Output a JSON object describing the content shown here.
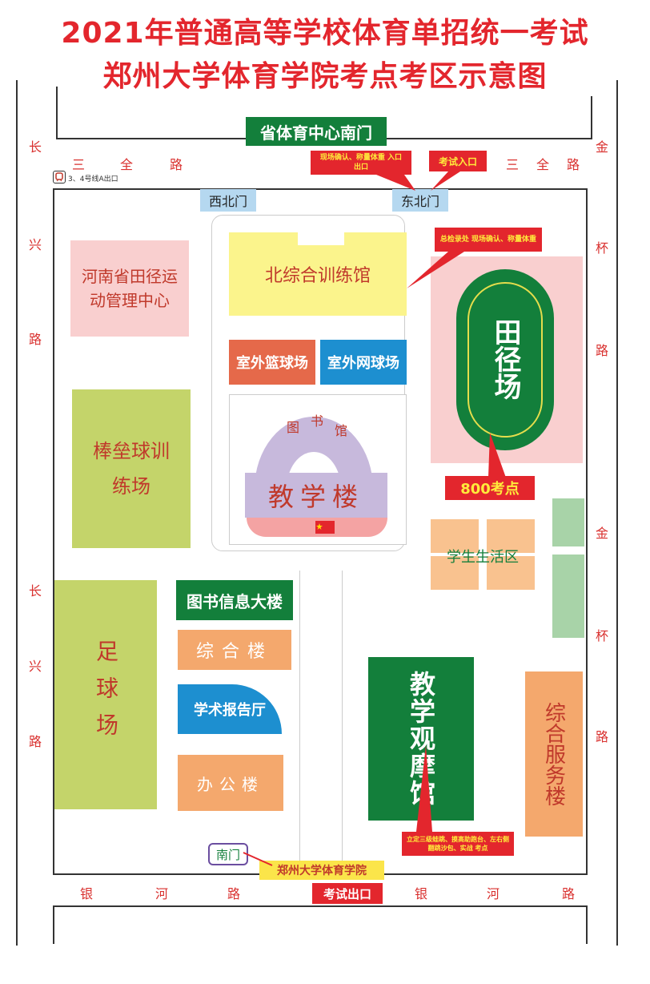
{
  "title": {
    "line1": "2021年普通高等学校体育单招统一考试",
    "line2": "郑州大学体育学院考点考区示意图"
  },
  "roads": {
    "north_left": [
      "三",
      "全",
      "路"
    ],
    "north_right": [
      "三",
      "全",
      "路"
    ],
    "south": [
      "银",
      "河",
      "路"
    ],
    "south_right": [
      "银",
      "河",
      "路"
    ],
    "west_top": [
      "长",
      "兴",
      "路"
    ],
    "west_bottom": [
      "长",
      "兴",
      "路"
    ],
    "east_top": [
      "金",
      "杯",
      "路"
    ],
    "east_bottom": [
      "金",
      "杯",
      "路"
    ]
  },
  "labels": {
    "sports_center_gate": "省体育中心南门",
    "metro_exit": "3、4号线A出口",
    "confirm_tag": "现场确认、称量体重 入口 出口",
    "exam_entry": "考试入口",
    "northwest_gate": "西北门",
    "northeast_gate": "东北门",
    "inspection_tag": "总检录处 现场确认、称量体重",
    "henan_center": "河南省田径运动管理中心",
    "north_gym": "北综合训练馆",
    "basketball": "室外篮球场",
    "tennis": "室外网球场",
    "track": "田径场",
    "baseball": "棒垒球训练场",
    "library": "图书馆",
    "teaching": "教学楼",
    "exam_800": "800考点",
    "student_area": "学生生活区",
    "library_info": "图书信息大楼",
    "complex": "综合楼",
    "lecture_hall": "学术报告厅",
    "office": "办公楼",
    "football": "足球场",
    "observation": "教学观摩馆",
    "service": "综合服务楼",
    "observation_tag": "立定三级蛙跳、摸高助跑台、左右侧翻跳沙包、实战 考点",
    "south_gate": "南门",
    "school_sign": "郑州大学体育学院",
    "exam_exit": "考试出口"
  },
  "colors": {
    "title_red": "#e3262d",
    "green": "#137f3b",
    "pink": "#f9cfcf",
    "yellow": "#fbf48c",
    "orange": "#f4a86d",
    "olive": "#c4d46a",
    "blue": "#1d8fd0",
    "lavender": "#c7b9dc",
    "light_blue": "#b5d8f0",
    "light_green": "#a8d3a8"
  }
}
